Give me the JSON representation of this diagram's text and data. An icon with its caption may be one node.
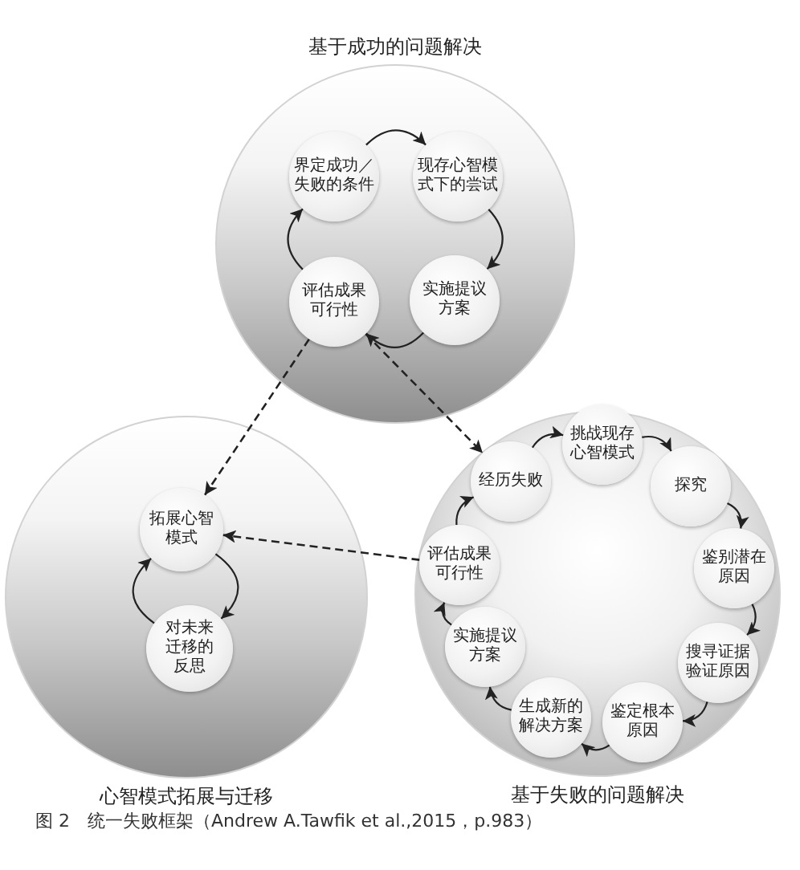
{
  "diagram": {
    "caption": "图 2　统一失败框架（Andrew A.Tawfik et al.,2015，p.983）",
    "nodes": [
      {
        "text": [
          "基于成功的问题解决"
        ]
      },
      {
        "text": [
          "界定成功／失败的条件"
        ],
        "in": 0
      },
      {
        "text": [
          "现存心智模式下的尝试"
        ],
        "in": 0
      },
      {
        "text": [
          "实施提议方案"
        ],
        "in": 0
      },
      {
        "text": [
          "评估成果可行性"
        ],
        "in": 0
      },
      {
        "text": [
          "心智模式拓展与迁移"
        ]
      },
      {
        "text": [
          "拓展心智模式"
        ],
        "in": 5
      },
      {
        "text": [
          "对未来迁移的反思"
        ],
        "in": 5
      },
      {
        "text": [
          "基于失败的问题解决"
        ]
      },
      {
        "text": [
          "经历失败"
        ],
        "in": 8
      },
      {
        "text": [
          "挑战现存心智模式"
        ],
        "in": 8
      },
      {
        "text": [
          "探究"
        ],
        "in": 8
      },
      {
        "text": [
          "鉴别潜在原因"
        ],
        "in": 8
      },
      {
        "text": [
          "搜寻证据验证原因"
        ],
        "in": 8
      },
      {
        "text": [
          "鉴定根本原因"
        ],
        "in": 8
      },
      {
        "text": [
          "生成新的解决方案"
        ],
        "in": 8
      },
      {
        "text": [
          "实施提议方案"
        ],
        "in": 8
      },
      {
        "text": [
          "评估成果可行性"
        ],
        "in": 8
      }
    ],
    "edges": [
      {
        "from": 1,
        "to": 2,
        "arrow": "to"
      },
      {
        "from": 2,
        "to": 3,
        "arrow": "to"
      },
      {
        "from": 3,
        "to": 4,
        "arrow": "to"
      },
      {
        "from": 4,
        "to": 1,
        "arrow": "to"
      },
      {
        "from": 4,
        "to": 6,
        "arrow": "to",
        "style": "dashed"
      },
      {
        "from": 4,
        "to": 9,
        "arrow": "to",
        "style": "dashed"
      },
      {
        "from": 6,
        "to": 7,
        "arrow": "to"
      },
      {
        "from": 7,
        "to": 6,
        "arrow": "to"
      },
      {
        "from": 9,
        "to": 10,
        "arrow": "to"
      },
      {
        "from": 10,
        "to": 11,
        "arrow": "to"
      },
      {
        "from": 11,
        "to": 12,
        "arrow": "to"
      },
      {
        "from": 12,
        "to": 13,
        "arrow": "to"
      },
      {
        "from": 13,
        "to": 14,
        "arrow": "to"
      },
      {
        "from": 14,
        "to": 15,
        "arrow": "to"
      },
      {
        "from": 15,
        "to": 16,
        "arrow": "to"
      },
      {
        "from": 16,
        "to": 17,
        "arrow": "to"
      },
      {
        "from": 17,
        "to": 9,
        "arrow": "to"
      },
      {
        "from": 17,
        "to": 6,
        "arrow": "to",
        "style": "dashed"
      }
    ]
  }
}
